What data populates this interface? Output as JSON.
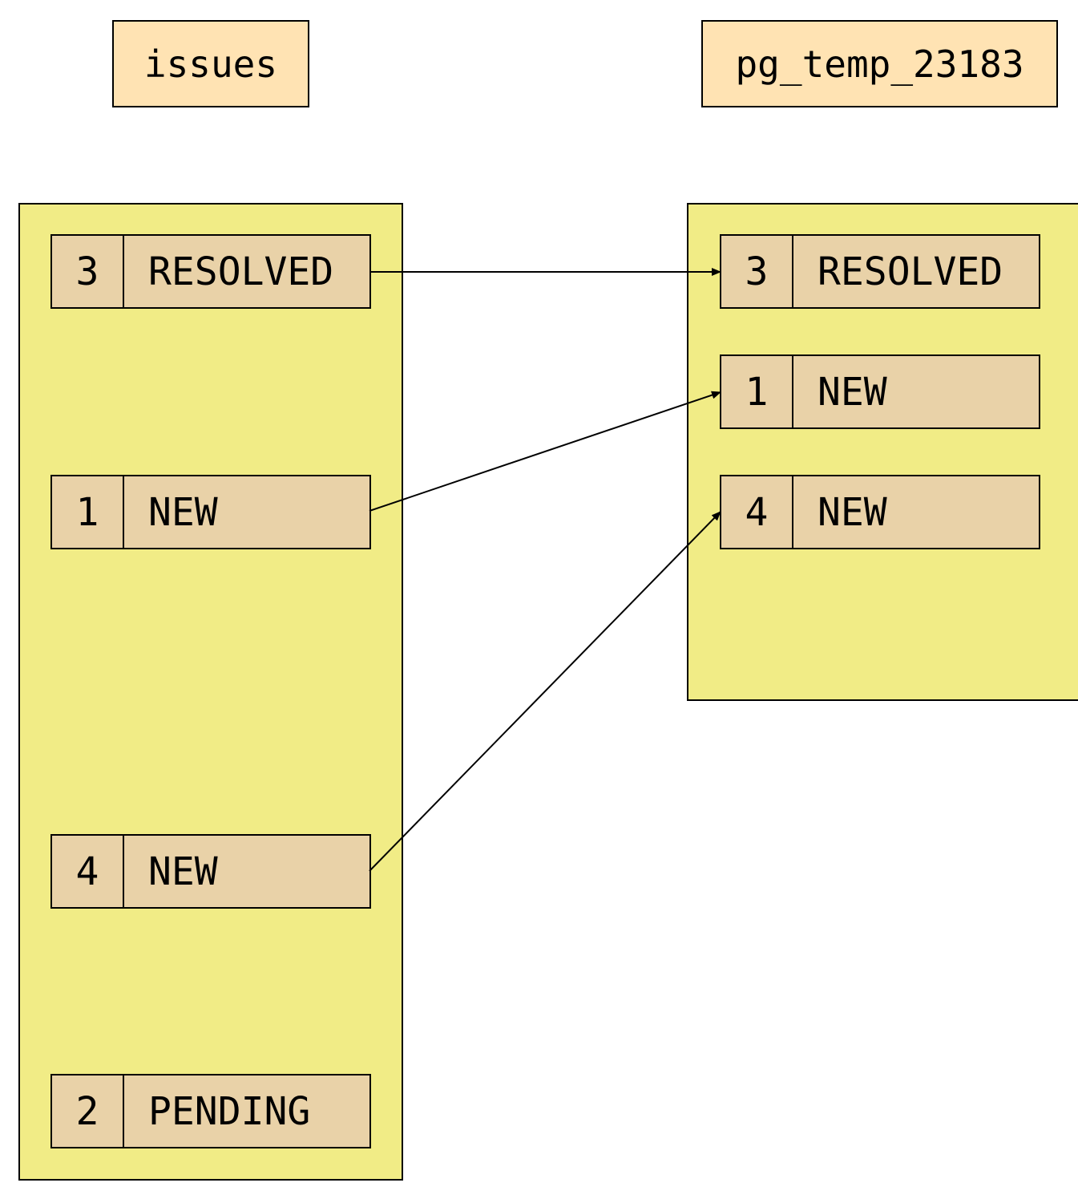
{
  "tables": {
    "left_title": "issues",
    "right_title": "pg_temp_23183"
  },
  "left_rows": [
    {
      "id": "3",
      "status": "RESOLVED"
    },
    {
      "id": "1",
      "status": "NEW"
    },
    {
      "id": "4",
      "status": "NEW"
    },
    {
      "id": "2",
      "status": "PENDING"
    }
  ],
  "right_rows": [
    {
      "id": "3",
      "status": "RESOLVED"
    },
    {
      "id": "1",
      "status": "NEW"
    },
    {
      "id": "4",
      "status": "NEW"
    }
  ],
  "colors": {
    "title_fill": "#ffe3b3",
    "page_fill": "#f1ec86",
    "row_fill": "#e9d2a8",
    "stroke": "#000000"
  }
}
